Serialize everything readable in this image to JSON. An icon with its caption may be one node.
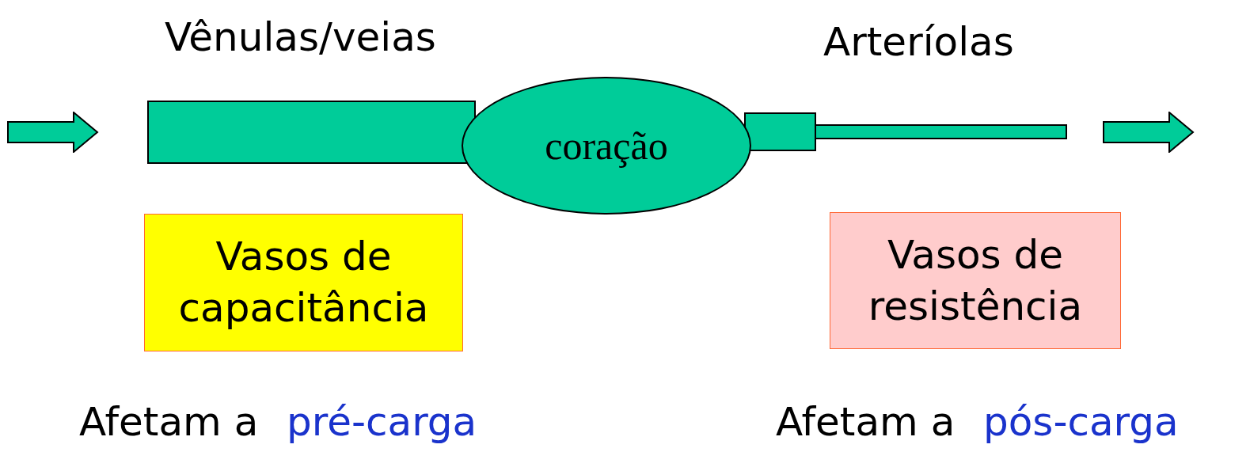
{
  "diagram": {
    "nodes": [
      {
        "text": [],
        "shape": "bar"
      },
      {
        "text": [
          "coração"
        ]
      },
      {
        "text": [],
        "shape": "bar"
      },
      {
        "text": [],
        "shape": "bar"
      },
      {
        "text": [
          "Vasos de capacitância"
        ]
      },
      {
        "text": [
          "Vasos de resistência"
        ]
      }
    ],
    "labels": [
      "Vênulas/veias",
      "Arteríolas",
      "Afetam a",
      "pré-carga",
      "Afetam a",
      "pós-carga"
    ]
  }
}
